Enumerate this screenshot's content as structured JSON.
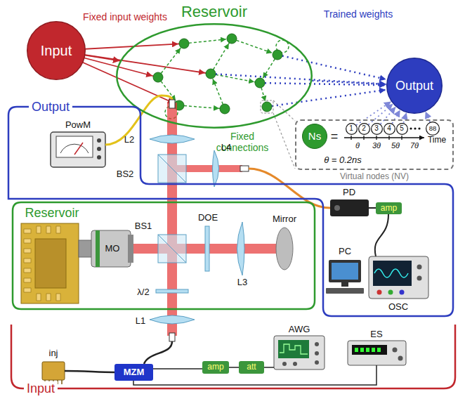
{
  "diagram": {
    "nodes": [
      {
        "text": [
          "Input"
        ]
      },
      {
        "text": [
          "Reservoir"
        ]
      },
      {
        "text": [
          "Output"
        ]
      },
      {
        "text": [
          "=",
          "θ",
          "3θ",
          "5θ",
          "7θ",
          "Time",
          "θ = 0.2ns",
          "Virtual nodes (NV)"
        ]
      },
      {
        "text": [
          "Ns"
        ],
        "in": 3
      },
      {
        "text": [
          "1"
        ],
        "in": 3
      },
      {
        "text": [
          "2"
        ],
        "in": 3
      },
      {
        "text": [
          "3"
        ],
        "in": 3
      },
      {
        "text": [
          "4"
        ],
        "in": 3
      },
      {
        "text": [
          "5"
        ],
        "in": 3
      },
      {
        "text": [
          "88"
        ],
        "in": 3
      },
      {
        "text": [
          "Output"
        ]
      },
      {
        "text": [
          "amp"
        ],
        "in": 11
      },
      {
        "text": [
          "Reservoir"
        ]
      },
      {
        "text": [
          "Input"
        ]
      },
      {
        "text": [
          "MZM"
        ],
        "in": 14
      },
      {
        "text": [
          "amp"
        ],
        "in": 14
      },
      {
        "text": [
          "att"
        ],
        "in": 14
      }
    ],
    "edges": [
      {
        "from": 0,
        "to": 1,
        "arrow": "to",
        "label": "Fixed input weights"
      },
      {
        "from": 1,
        "to": 2,
        "arrow": "to",
        "label": "Trained weights"
      },
      {
        "from": 5,
        "to": 2,
        "arrow": "to"
      },
      {
        "from": 6,
        "to": 2,
        "arrow": "to"
      },
      {
        "from": 7,
        "to": 2,
        "arrow": "to"
      },
      {
        "from": 8,
        "to": 2,
        "arrow": "to"
      },
      {
        "from": 9,
        "to": 2,
        "arrow": "to"
      },
      {
        "from": 10,
        "to": 2,
        "arrow": "to"
      },
      {
        "from": 17,
        "to": 16,
        "arrow": "none"
      },
      {
        "from": 16,
        "to": 15,
        "arrow": "none"
      }
    ],
    "labels": [
      "Fixed connections",
      "PowM",
      "L2",
      "BS2",
      "L4",
      "PD",
      "PC",
      "OSC",
      "MO",
      "BS1",
      "DOE",
      "L3",
      "Mirror",
      "λ/2",
      "L1",
      "inj",
      "AWG",
      "ES"
    ]
  }
}
